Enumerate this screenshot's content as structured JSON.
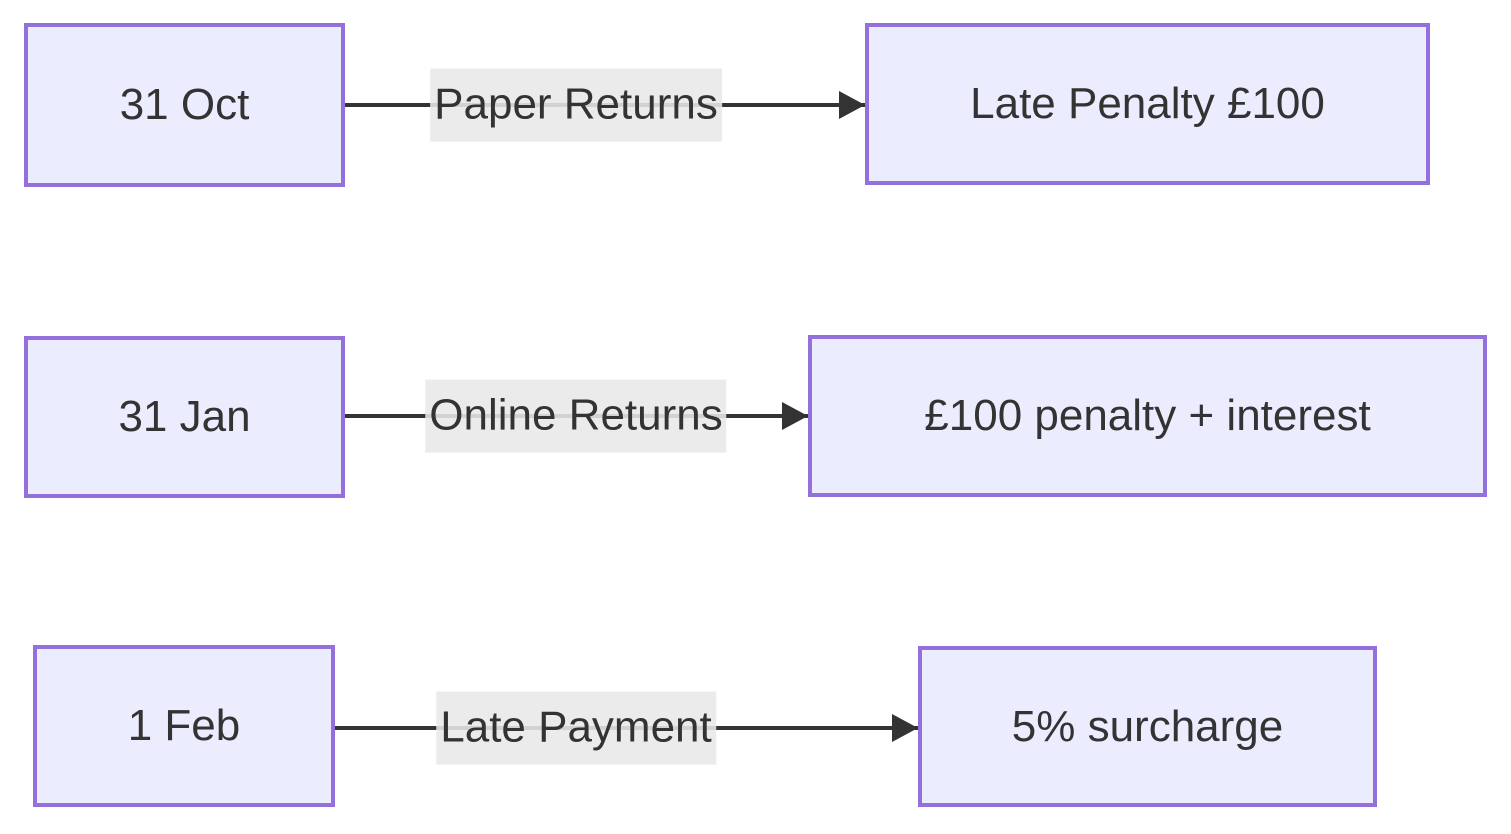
{
  "diagram": {
    "type": "flowchart",
    "direction": "left-to-right",
    "colors": {
      "node_fill": "#ECECFF",
      "node_border": "#9370DB",
      "text": "#333333",
      "edge_line": "#333333",
      "edge_label_bg": "#e8e8e8",
      "background": "#ffffff"
    },
    "rows": [
      {
        "source": "31 Oct",
        "edge_label": "Paper Returns",
        "target": "Late Penalty £100"
      },
      {
        "source": "31 Jan",
        "edge_label": "Online Returns",
        "target": "£100 penalty + interest"
      },
      {
        "source": "1 Feb",
        "edge_label": "Late Payment",
        "target": "5% surcharge"
      }
    ]
  }
}
